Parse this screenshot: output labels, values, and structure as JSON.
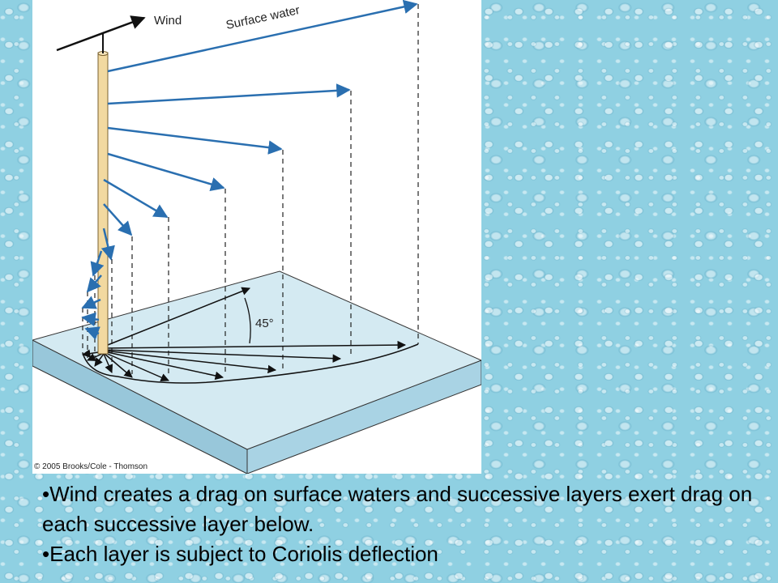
{
  "figure": {
    "wind_label": "Wind",
    "surface_label": "Surface water",
    "angle_label": "45°",
    "copyright": "© 2005 Brooks/Cole - Thomson",
    "colors": {
      "arrow": "#2a6fb0",
      "pole": "#f2d9a0",
      "plate_top": "#d4eaf2",
      "plate_side": "#a9d3e4"
    }
  },
  "bullets": [
    "•Wind creates a drag on surface waters and successive layers exert drag on each successive layer below.",
    "•Each layer is subject to Coriolis deflection"
  ]
}
